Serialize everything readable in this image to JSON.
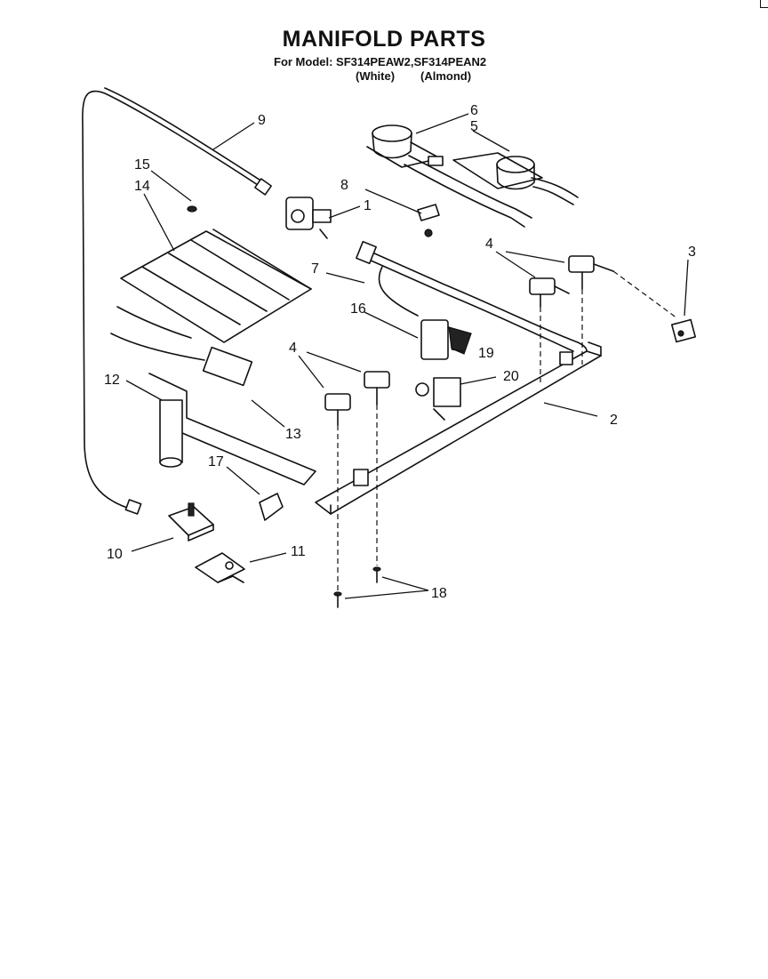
{
  "header": {
    "title": "MANIFOLD PARTS",
    "model_line": "For Model: SF314PEAW2,SF314PEAN2",
    "variant_white": "(White)",
    "variant_almond": "(Almond)"
  },
  "callouts": {
    "c1": "1",
    "c2": "2",
    "c3": "3",
    "c4a": "4",
    "c4b": "4",
    "c5": "5",
    "c6": "6",
    "c7": "7",
    "c8": "8",
    "c9": "9",
    "c10": "10",
    "c11": "11",
    "c12": "12",
    "c13": "13",
    "c14": "14",
    "c15": "15",
    "c16": "16",
    "c17": "17",
    "c18": "18",
    "c19": "19",
    "c20": "20"
  }
}
